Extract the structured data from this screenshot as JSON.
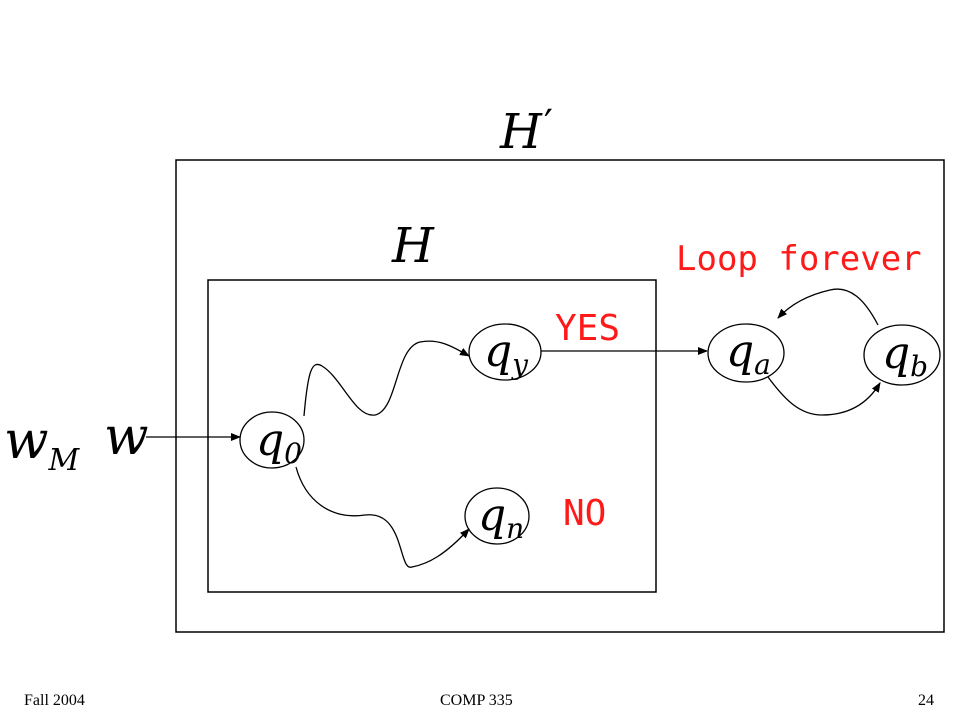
{
  "machines": {
    "outer": {
      "name": "H",
      "prime": "′"
    },
    "inner": {
      "name": "H"
    }
  },
  "input": {
    "outer_symbol": "w",
    "outer_sub": "M",
    "inner_symbol": "w"
  },
  "states": {
    "q0": {
      "symbol": "q",
      "sub": "0"
    },
    "qy": {
      "symbol": "q",
      "sub": "y"
    },
    "qn": {
      "symbol": "q",
      "sub": "n"
    },
    "qa": {
      "symbol": "q",
      "sub": "a"
    },
    "qb": {
      "symbol": "q",
      "sub": "b"
    }
  },
  "labels": {
    "yes": "YES",
    "no": "NO",
    "loop": "Loop forever"
  },
  "colors": {
    "label_red": "#ff1a1a",
    "lines": "#000000"
  },
  "footer": {
    "left": "Fall 2004",
    "center": "COMP 335",
    "right": "24"
  }
}
